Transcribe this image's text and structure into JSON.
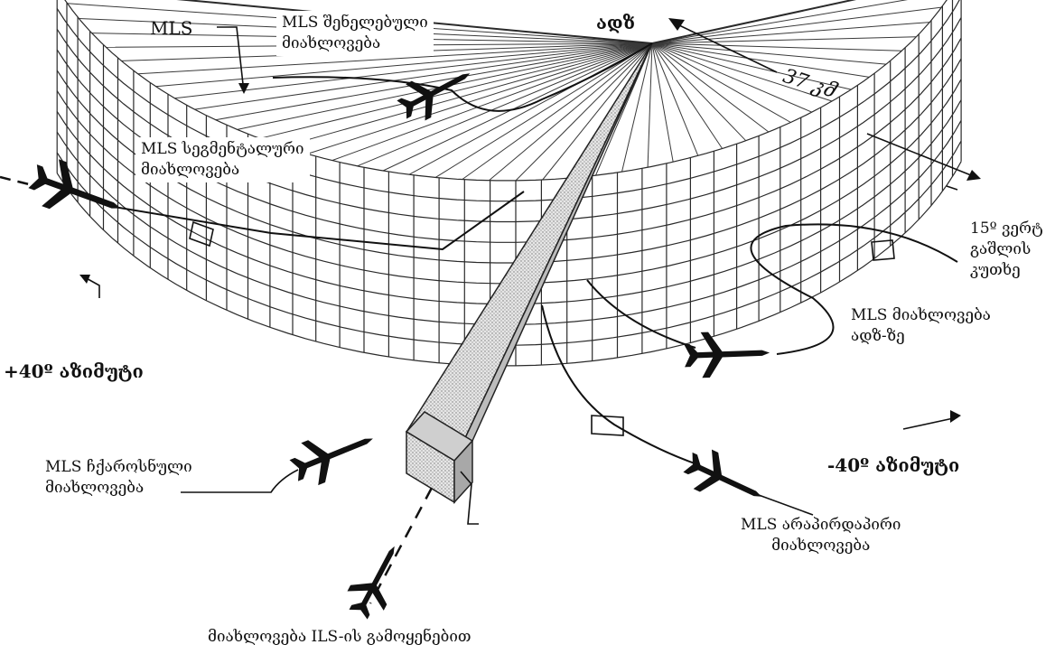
{
  "labels": {
    "mls": "MLS",
    "mls_curved": [
      "MLS შენელებული",
      "მიახლოვება"
    ],
    "adz_top": "ადზ",
    "distance": "37 კმ",
    "mls_segmented": [
      "MLS სეგმენტალური",
      "მიახლოვება"
    ],
    "vertical_angle": [
      "15º ვერტ",
      "გაშლის",
      "კუთხე"
    ],
    "mls_to_adz": [
      "MLS მიახლოვება",
      "ადზ-ზე"
    ],
    "azimuth_plus": "+40º აზიმუტი",
    "azimuth_minus": "-40º აზიმუტი",
    "mls_fast": [
      "MLS ჩქაროსნული",
      "მიახლოვება"
    ],
    "mls_indirect": [
      "MLS არაპირდაპირი",
      "მიახლოვება"
    ],
    "ils_approach": "მიახლოვება ILS-ის გამოყენებით"
  },
  "colors": {
    "grid": "#2a2a2a",
    "aircraft": "#111111",
    "beam_fill": "#d9d9d9",
    "label_bg": "#ffffff"
  }
}
